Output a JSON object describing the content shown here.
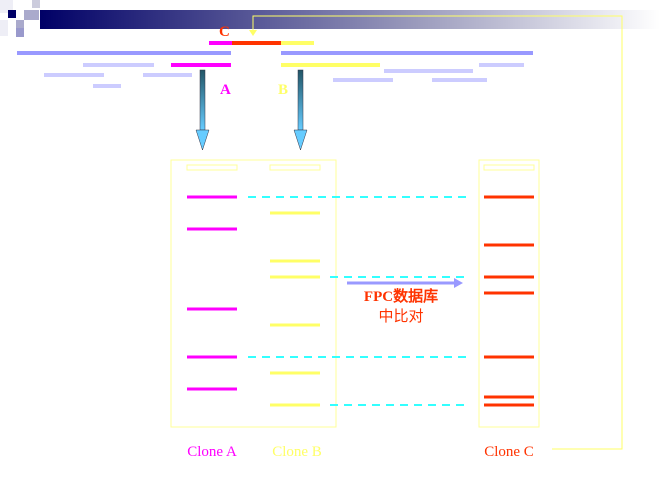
{
  "labels": {
    "c_top": "C",
    "a_top": "A",
    "b_top": "B",
    "clone_a": "Clone A",
    "clone_b": "Clone B",
    "clone_c": "Clone C",
    "fpc_line1": "FPC数据库",
    "fpc_line2": "中比对"
  },
  "colors": {
    "clone_a": "#ff00ff",
    "clone_b": "#ffff66",
    "clone_c": "#ff3300",
    "match": "#33ffff",
    "contig": "#9999ff",
    "contig_light": "#ccccff",
    "header_dark": "#000066"
  },
  "fingerprints": {
    "clone_a_bands": [
      1,
      3,
      8,
      11,
      13
    ],
    "clone_b_bands": [
      2,
      5,
      6,
      9,
      12,
      14
    ],
    "clone_c_bands": [
      1,
      4,
      6,
      7,
      11,
      13.5,
      14
    ],
    "matches": [
      1,
      6,
      11,
      14
    ]
  }
}
